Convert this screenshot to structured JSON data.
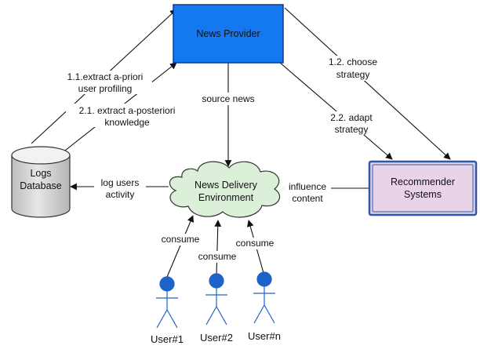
{
  "nodes": {
    "provider": {
      "label": "News Provider"
    },
    "database": {
      "label_line1": "Logs",
      "label_line2": "Database"
    },
    "environment": {
      "label_line1": "News Delivery",
      "label_line2": "Environment"
    },
    "recommender": {
      "label_line1": "Recommender",
      "label_line2": "Systems"
    }
  },
  "edges": {
    "extract_apriori": {
      "line1": "1.1.extract a-priori",
      "line2": "user profiling"
    },
    "extract_aposteriori": {
      "line1": "2.1. extract a-posteriori",
      "line2": "knowledge"
    },
    "source_news": {
      "label": "source news"
    },
    "choose_strategy": {
      "line1": "1.2. choose",
      "line2": "strategy"
    },
    "adapt_strategy": {
      "line1": "2.2. adapt",
      "line2": "strategy"
    },
    "log_activity": {
      "line1": "log users",
      "line2": "activity"
    },
    "influence_content": {
      "line1": "influence",
      "line2": "content"
    },
    "consume": [
      "consume",
      "consume",
      "consume"
    ]
  },
  "users": [
    "User#1",
    "User#2",
    "User#n"
  ],
  "colors": {
    "provider_fill": "#1478f0",
    "recommender_fill": "#e9d3e9",
    "recommender_border": "#2f57a8",
    "cloud_fill": "#dcefd9",
    "actor": "#1d63c8",
    "database_top": "#f2f2f2",
    "database_body": "#c8c8c8"
  }
}
